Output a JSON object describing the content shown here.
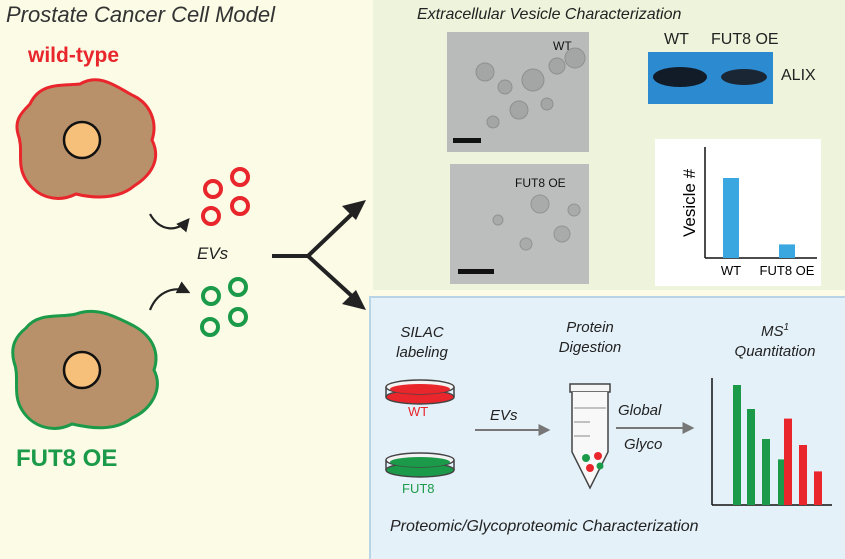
{
  "left": {
    "title": "Prostate Cancer Cell Model",
    "wt_label": "wild-type",
    "fut_label": "FUT8 OE",
    "evs_label": "EVs"
  },
  "top_panel": {
    "title": "Extracellular Vesicle Characterization",
    "em_wt_label": "WT",
    "em_fut_label": "FUT8 OE",
    "wb_col_wt": "WT",
    "wb_col_fut": "FUT8 OE",
    "wb_protein": "ALIX",
    "bar_chart": {
      "ylabel": "Vesicle #",
      "categories": [
        "WT",
        "FUT8 OE"
      ],
      "values": [
        1.0,
        0.17
      ],
      "color": "#3aa7e0"
    }
  },
  "bottom_panel": {
    "step1_line1": "SILAC",
    "step1_line2": "labeling",
    "dish_wt": "WT",
    "dish_fut": "FUT8",
    "evs_arrow": "EVs",
    "step2_line1": "Protein",
    "step2_line2": "Digestion",
    "global": "Global",
    "glyco": "Glyco",
    "step3_line1": "MS",
    "step3_sup": "1",
    "step3_line2": "Quantitation",
    "title": "Proteomic/Glycoproteomic Characterization",
    "ms_bars": {
      "green": [
        1.0,
        0.8,
        0.55,
        0.38
      ],
      "red": [
        0.72,
        0.5,
        0.28
      ],
      "green_color": "#1b9a49",
      "red_color": "#e8262c"
    }
  },
  "colors": {
    "wt_red": "#e8262c",
    "fut_green": "#1b9a49",
    "cell_fill": "#b8916a",
    "nucleus_fill": "#f7c07a"
  }
}
